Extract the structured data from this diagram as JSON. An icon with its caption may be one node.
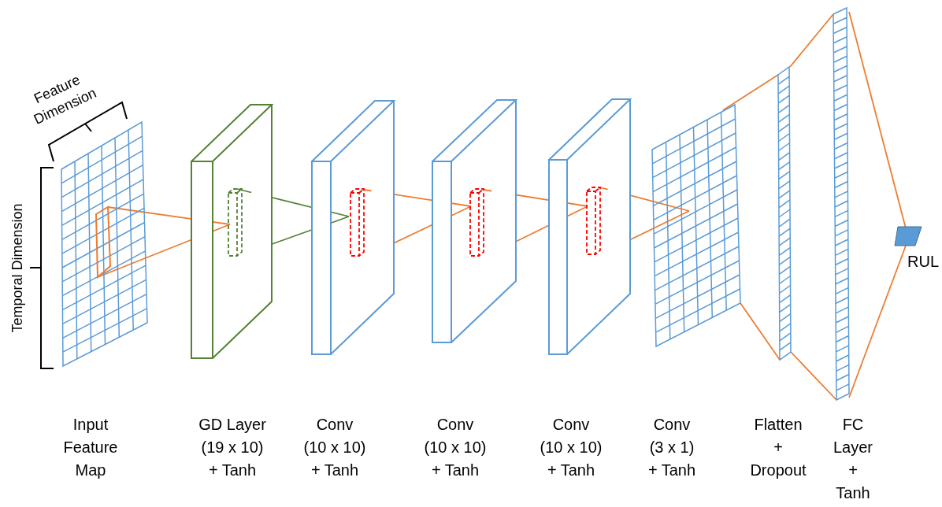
{
  "diagram": {
    "nodes": [
      {
        "text": [
          "Input Feature Map"
        ]
      },
      {
        "text": [
          "GD Layer (19 x 10) + Tanh"
        ]
      },
      {
        "text": [
          "Conv (10 x 10) + Tanh"
        ]
      },
      {
        "text": [
          "Conv (10 x 10) + Tanh"
        ]
      },
      {
        "text": [
          "Conv (10 x 10) + Tanh"
        ]
      },
      {
        "text": [
          "Conv (3 x 1) + Tanh"
        ]
      },
      {
        "text": [
          "Flatten + Dropout"
        ]
      },
      {
        "text": [
          "FC Layer + Tanh"
        ]
      },
      {
        "text": [
          "RUL"
        ]
      }
    ],
    "edges": [
      {
        "from": 0,
        "to": 1,
        "arrow": "none"
      },
      {
        "from": 1,
        "to": 2,
        "arrow": "none",
        "color": "#548235"
      },
      {
        "from": 2,
        "to": 3,
        "arrow": "none"
      },
      {
        "from": 3,
        "to": 4,
        "arrow": "none"
      },
      {
        "from": 4,
        "to": 5,
        "arrow": "none"
      },
      {
        "from": 5,
        "to": 6,
        "arrow": "none"
      },
      {
        "from": 6,
        "to": 7,
        "arrow": "none"
      },
      {
        "from": 7,
        "to": 8,
        "arrow": "none"
      }
    ],
    "labels": [
      "Feature Dimension",
      "Temporal Dimension"
    ]
  }
}
